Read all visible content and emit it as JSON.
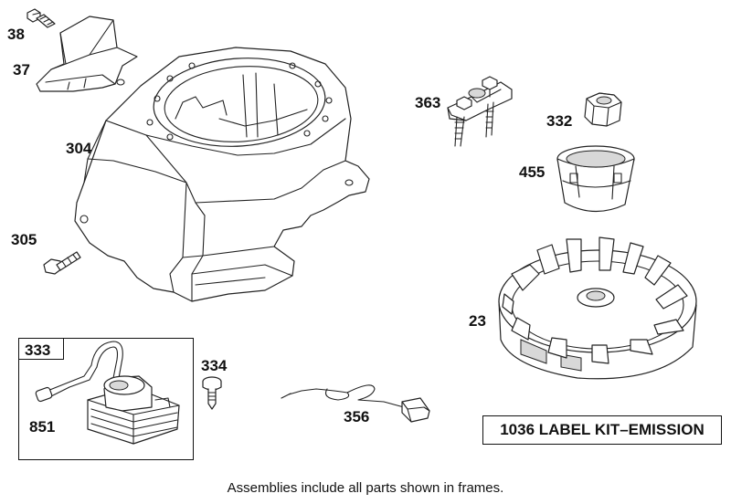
{
  "part_labels": {
    "p38": "38",
    "p37": "37",
    "p304": "304",
    "p305": "305",
    "p363": "363",
    "p332": "332",
    "p455": "455",
    "p23": "23",
    "p333": "333",
    "p851": "851",
    "p334": "334",
    "p356": "356"
  },
  "kit_label": "1036 LABEL KIT–EMISSION",
  "footer_note": "Assemblies include all parts shown in frames."
}
